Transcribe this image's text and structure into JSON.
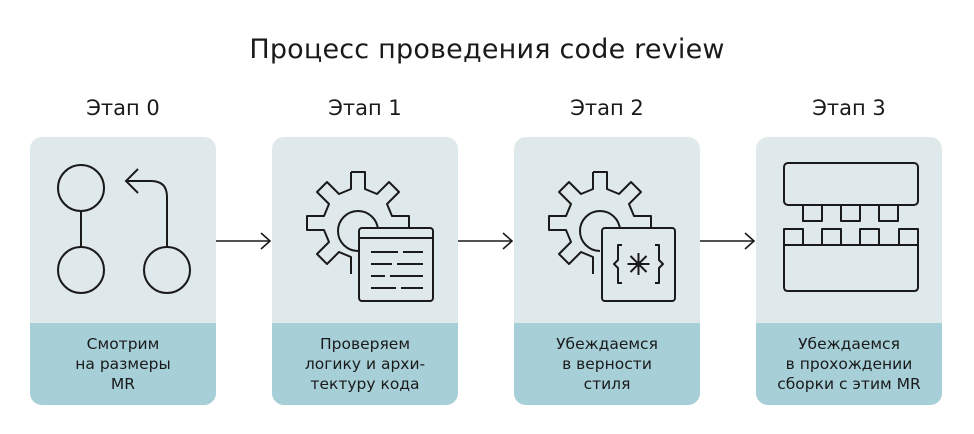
{
  "title": "Процесс проведения code review",
  "colors": {
    "card_background": "#dfe9eb",
    "caption_background": "#a6cfd8",
    "stroke": "#1a1a1a"
  },
  "stages": [
    {
      "label": "Этап 0",
      "icon": "merge-request-icon",
      "caption": [
        "Смотрим",
        "на размеры",
        "MR"
      ]
    },
    {
      "label": "Этап 1",
      "icon": "gear-with-document-icon",
      "caption": [
        "Проверяем",
        "логику и архи-",
        "тектуру кода"
      ]
    },
    {
      "label": "Этап 2",
      "icon": "gear-with-code-braces-icon",
      "caption": [
        "Убеждаемся",
        "в верности",
        "стиля"
      ]
    },
    {
      "label": "Этап 3",
      "icon": "build-blocks-icon",
      "caption": [
        "Убеждаемся",
        "в прохождении",
        "сборки с этим MR"
      ]
    }
  ],
  "connectors": [
    "arrow-right",
    "arrow-right",
    "arrow-right"
  ]
}
